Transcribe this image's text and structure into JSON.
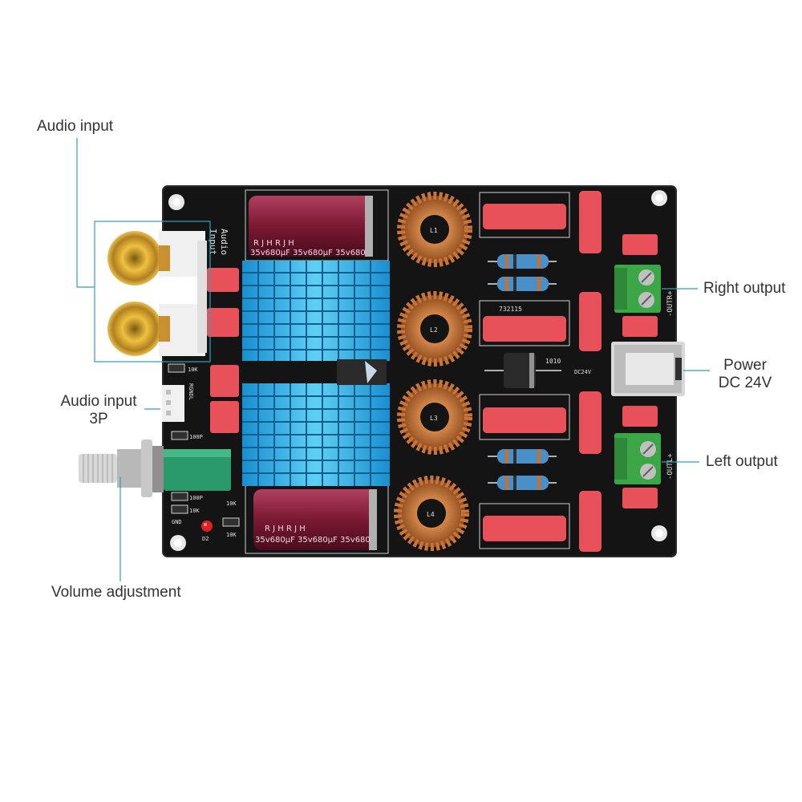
{
  "callouts": {
    "audio_input": "Audio input",
    "audio_input_3p_line1": "Audio input",
    "audio_input_3p_line2": "3P",
    "volume_adjustment": "Volume adjustment",
    "right_output": "Right output",
    "power_line1": "Power",
    "power_line2": "DC 24V",
    "left_output": "Left output"
  },
  "silkscreen": {
    "audio_input_line1": "Audio",
    "audio_input_line2": "Input",
    "r10k_a": "10K",
    "r10k_b": "10K",
    "r10k_c": "10K",
    "r10k_d": "10K",
    "c100p_a": "100P",
    "c100p_b": "100P",
    "gnd": "GND",
    "d2": "D2",
    "l1_top": "L1",
    "l2": "L2",
    "l3": "L3",
    "l4": "L4",
    "chip_code": "732115",
    "diode_code": "1010",
    "dc24v": "DC24V",
    "outr": "-OUTR+",
    "outl": "-OUTL+",
    "rgnd": "RGNDL"
  },
  "capacitor_top": {
    "brand": "R J H     R J H",
    "rating": "35v680μF  35v680μF  35v680"
  },
  "capacitor_bottom": {
    "brand": "R J H     R J H",
    "rating": "35v680μF  35v680μF  35v680"
  },
  "colors": {
    "board": "#141414",
    "heatsink": "#2aa9e0",
    "capacitor": "#8a1e3c",
    "inductor_copper": "#c8743a",
    "film_cap": "#e8505a",
    "terminal": "#3aa645",
    "callout_line": "#2e9fbf"
  }
}
